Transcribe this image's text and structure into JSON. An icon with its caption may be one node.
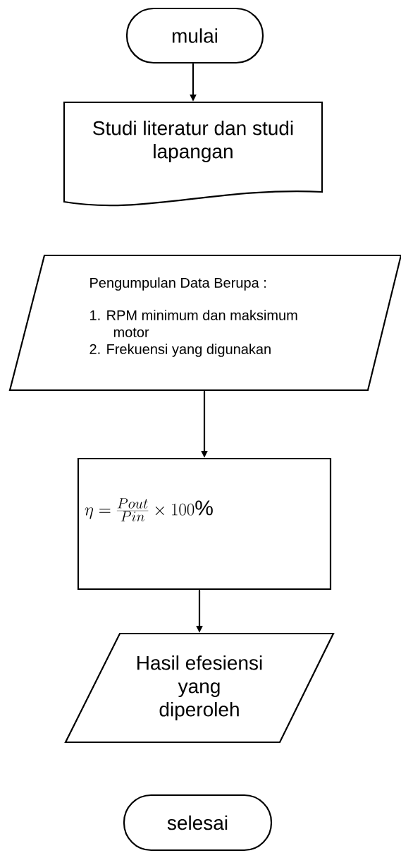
{
  "diagram": {
    "nodes": [
      {
        "text": [
          "mulai"
        ]
      },
      {
        "text": [
          "Studi literatur dan studi lapangan"
        ]
      },
      {
        "text": [
          "Pengumpulan Data Berupa :",
          "1. RPM minimum dan maksimum motor",
          "2. Frekuensi yang digunakan"
        ]
      },
      {
        "text": [
          "\\eta = \\frac{Pout}{Pin} \\times 100\\%"
        ]
      },
      {
        "text": [
          "Hasil efesiensi yang diperoleh"
        ]
      },
      {
        "text": [
          "selesai"
        ]
      }
    ],
    "edges": [
      {
        "from": 0,
        "to": 1,
        "arrow": "to"
      },
      {
        "from": 2,
        "to": 3,
        "arrow": "to"
      },
      {
        "from": 3,
        "to": 4,
        "arrow": "to"
      }
    ]
  }
}
